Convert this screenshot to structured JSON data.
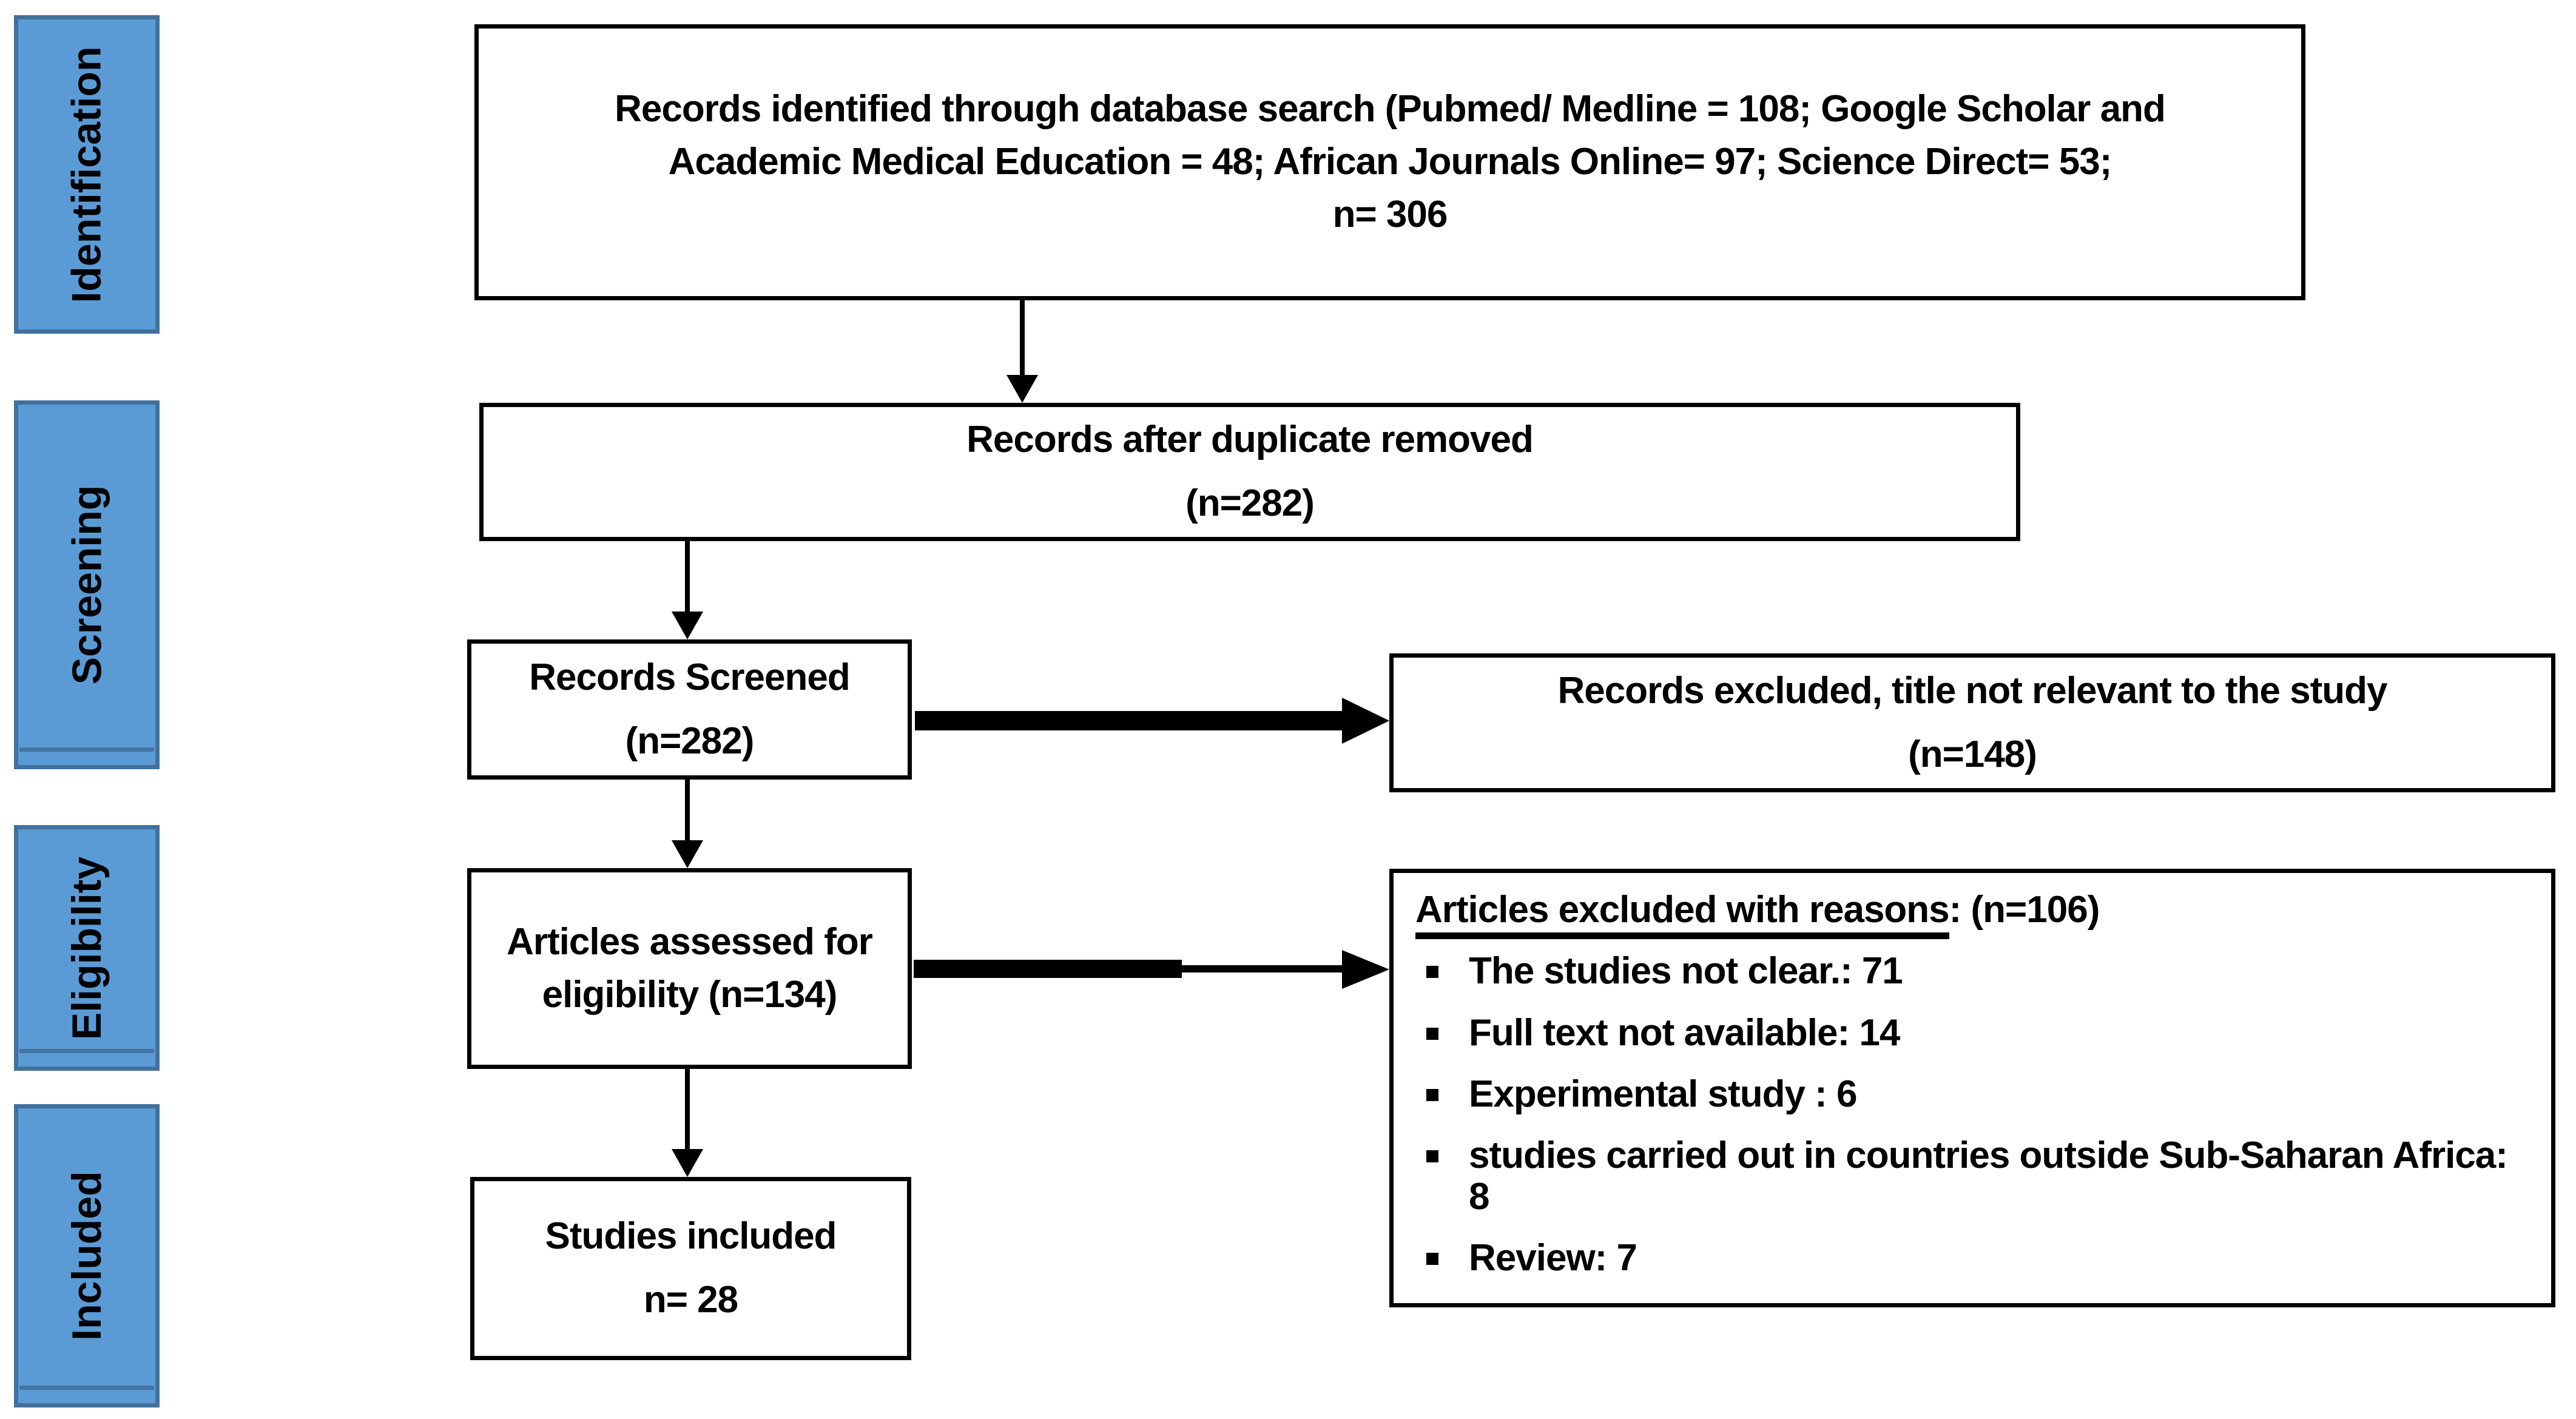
{
  "colors": {
    "stage_fill": "#5b9bd5",
    "stage_border": "#41719c",
    "box_border": "#000000",
    "arrow": "#000000"
  },
  "sidebar": {
    "stages": [
      {
        "label": "Identification"
      },
      {
        "label": "Screening"
      },
      {
        "label": "Eligibility"
      },
      {
        "label": "Included"
      }
    ]
  },
  "flow": {
    "identified": {
      "lines": [
        "Records identified through database search (Pubmed/ Medline = 108; Google Scholar and",
        "Academic Medical Education = 48; African Journals Online= 97; Science Direct= 53;",
        "n= 306"
      ]
    },
    "duplicates_removed": {
      "lines": [
        "Records after duplicate removed",
        "(n=282)"
      ]
    },
    "screened": {
      "lines": [
        "Records Screened",
        "(n=282)"
      ]
    },
    "excluded_title": {
      "lines": [
        "Records excluded, title not relevant to the study",
        "(n=148)"
      ]
    },
    "assessed": {
      "lines": [
        "Articles assessed for",
        "eligibility (n=134)"
      ]
    },
    "excluded_reasons": {
      "heading_underlined": "Articles excluded with reasons",
      "heading_rest": ": (n=106)",
      "reasons": [
        "The studies not clear.: 71",
        "Full text not available: 14",
        "Experimental study : 6",
        "studies carried out in countries outside Sub-Saharan Africa: 8",
        "Review: 7"
      ]
    },
    "included": {
      "lines": [
        "Studies included",
        "n= 28"
      ]
    }
  }
}
